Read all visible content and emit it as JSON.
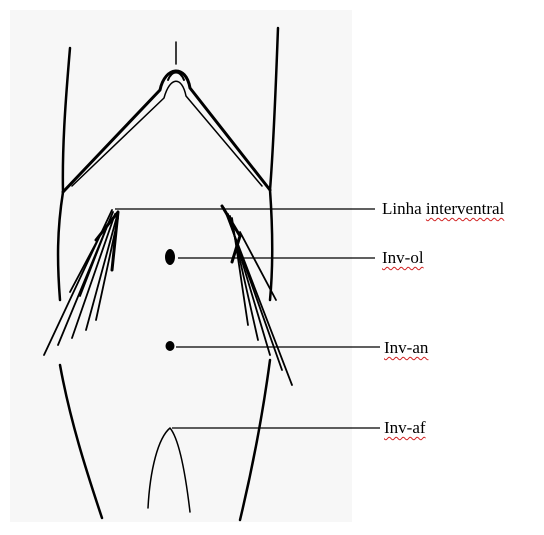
{
  "colors": {
    "background": "#ffffff",
    "panel": "#f7f7f7",
    "ink": "#000000",
    "spellcheck": "#d02020"
  },
  "labels": {
    "linha_prefix": "Linha ",
    "linha_word": "interventral",
    "inv_ol": "Inv-ol",
    "inv_an": "Inv-an",
    "inv_af": "Inv-af"
  }
}
